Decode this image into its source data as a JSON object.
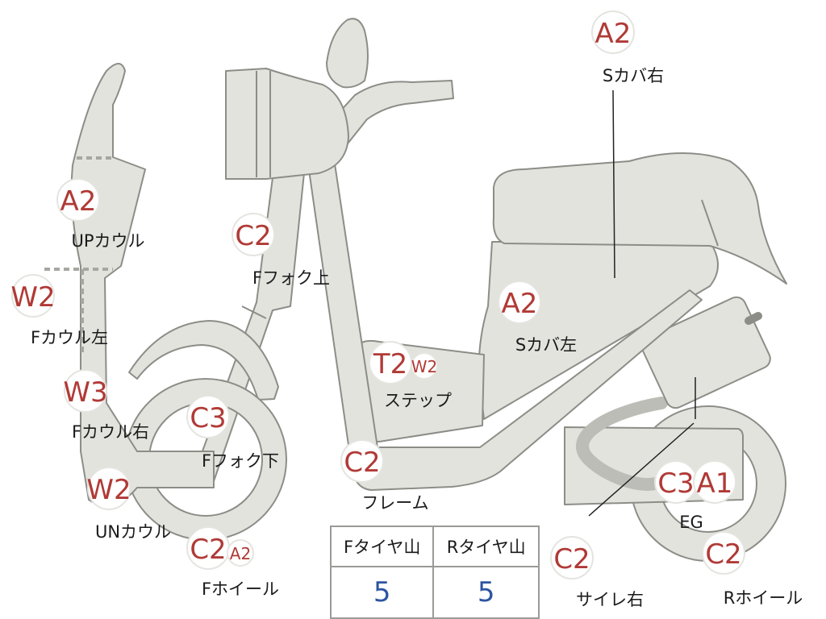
{
  "diagram": {
    "parts": [
      {
        "id": "up-cowl",
        "caption": "UPカウル",
        "badges": [
          {
            "code": "A2"
          }
        ]
      },
      {
        "id": "f-cowl-left",
        "caption": "Fカウル左",
        "badges": [
          {
            "code": "W2"
          }
        ]
      },
      {
        "id": "f-cowl-right",
        "caption": "Fカウル右",
        "badges": [
          {
            "code": "W3"
          }
        ]
      },
      {
        "id": "un-cowl",
        "caption": "UNカウル",
        "badges": [
          {
            "code": "W2"
          }
        ]
      },
      {
        "id": "f-fork-upper",
        "caption": "Fフォク上",
        "badges": [
          {
            "code": "C2"
          }
        ]
      },
      {
        "id": "f-fork-lower",
        "caption": "Fフォク下",
        "badges": [
          {
            "code": "C3"
          }
        ]
      },
      {
        "id": "f-wheel",
        "caption": "Fホイール",
        "badges": [
          {
            "code": "C2"
          },
          {
            "code": "A2"
          }
        ]
      },
      {
        "id": "step",
        "caption": "ステップ",
        "badges": [
          {
            "code": "T2"
          },
          {
            "code": "W2"
          }
        ]
      },
      {
        "id": "frame",
        "caption": "フレーム",
        "badges": [
          {
            "code": "C2"
          }
        ]
      },
      {
        "id": "s-cover-left",
        "caption": "Sカバ左",
        "badges": [
          {
            "code": "A2"
          }
        ]
      },
      {
        "id": "s-cover-right",
        "caption": "Sカバ右",
        "badges": [
          {
            "code": "A2"
          }
        ]
      },
      {
        "id": "engine",
        "caption": "EG",
        "badges": [
          {
            "code": "C3"
          },
          {
            "code": "A1"
          }
        ]
      },
      {
        "id": "muffler-right",
        "caption": "サイレ右",
        "badges": [
          {
            "code": "C2"
          }
        ]
      },
      {
        "id": "r-wheel",
        "caption": "Rホイール",
        "badges": [
          {
            "code": "C2"
          }
        ]
      }
    ]
  },
  "tread_table": {
    "headers": [
      "Fタイヤ山",
      "Rタイヤ山"
    ],
    "values": [
      "5",
      "5"
    ]
  },
  "colors": {
    "badge_text": "#b03a36",
    "tread_value": "#2d55a0",
    "part_fill": "#e3e3de",
    "part_outline": "#8d8d88"
  }
}
